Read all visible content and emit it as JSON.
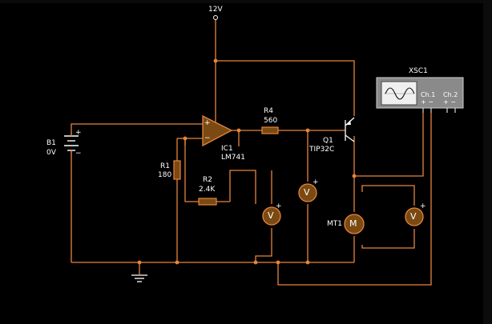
{
  "colors": {
    "background": "#000000",
    "wire": "#e8843c",
    "component_fill": "#7a4a12",
    "component_stroke": "#e8843c",
    "label": "#ffffff",
    "scope_body": "#8a8a8a",
    "scope_screen": "#f0f0f0"
  },
  "supply": {
    "label": "12V"
  },
  "battery": {
    "ref": "B1",
    "value": "0V",
    "plus": "+",
    "minus": "−"
  },
  "opamp": {
    "ref": "IC1",
    "value": "LM741",
    "plus": "+",
    "minus": "−"
  },
  "resistors": [
    {
      "ref": "R4",
      "value": "560"
    },
    {
      "ref": "R1",
      "value": "180"
    },
    {
      "ref": "R2",
      "value": "2.4K"
    }
  ],
  "transistor": {
    "ref": "Q1",
    "value": "TIP32C"
  },
  "motor": {
    "ref": "MT1",
    "symbol": "M"
  },
  "voltmeters": [
    {
      "symbol": "V",
      "plus": "+"
    },
    {
      "symbol": "V",
      "plus": "+"
    },
    {
      "symbol": "V",
      "plus": "+"
    }
  ],
  "oscilloscope": {
    "ref": "XSC1",
    "ch1": "Ch.1",
    "ch2": "Ch.2",
    "ch1_terminals": "+ −",
    "ch2_terminals": "+ −"
  },
  "icons": [
    "ground-icon",
    "sine-wave-icon",
    "motor-icon",
    "voltmeter-icon",
    "battery-icon",
    "transistor-icon",
    "opamp-icon"
  ]
}
